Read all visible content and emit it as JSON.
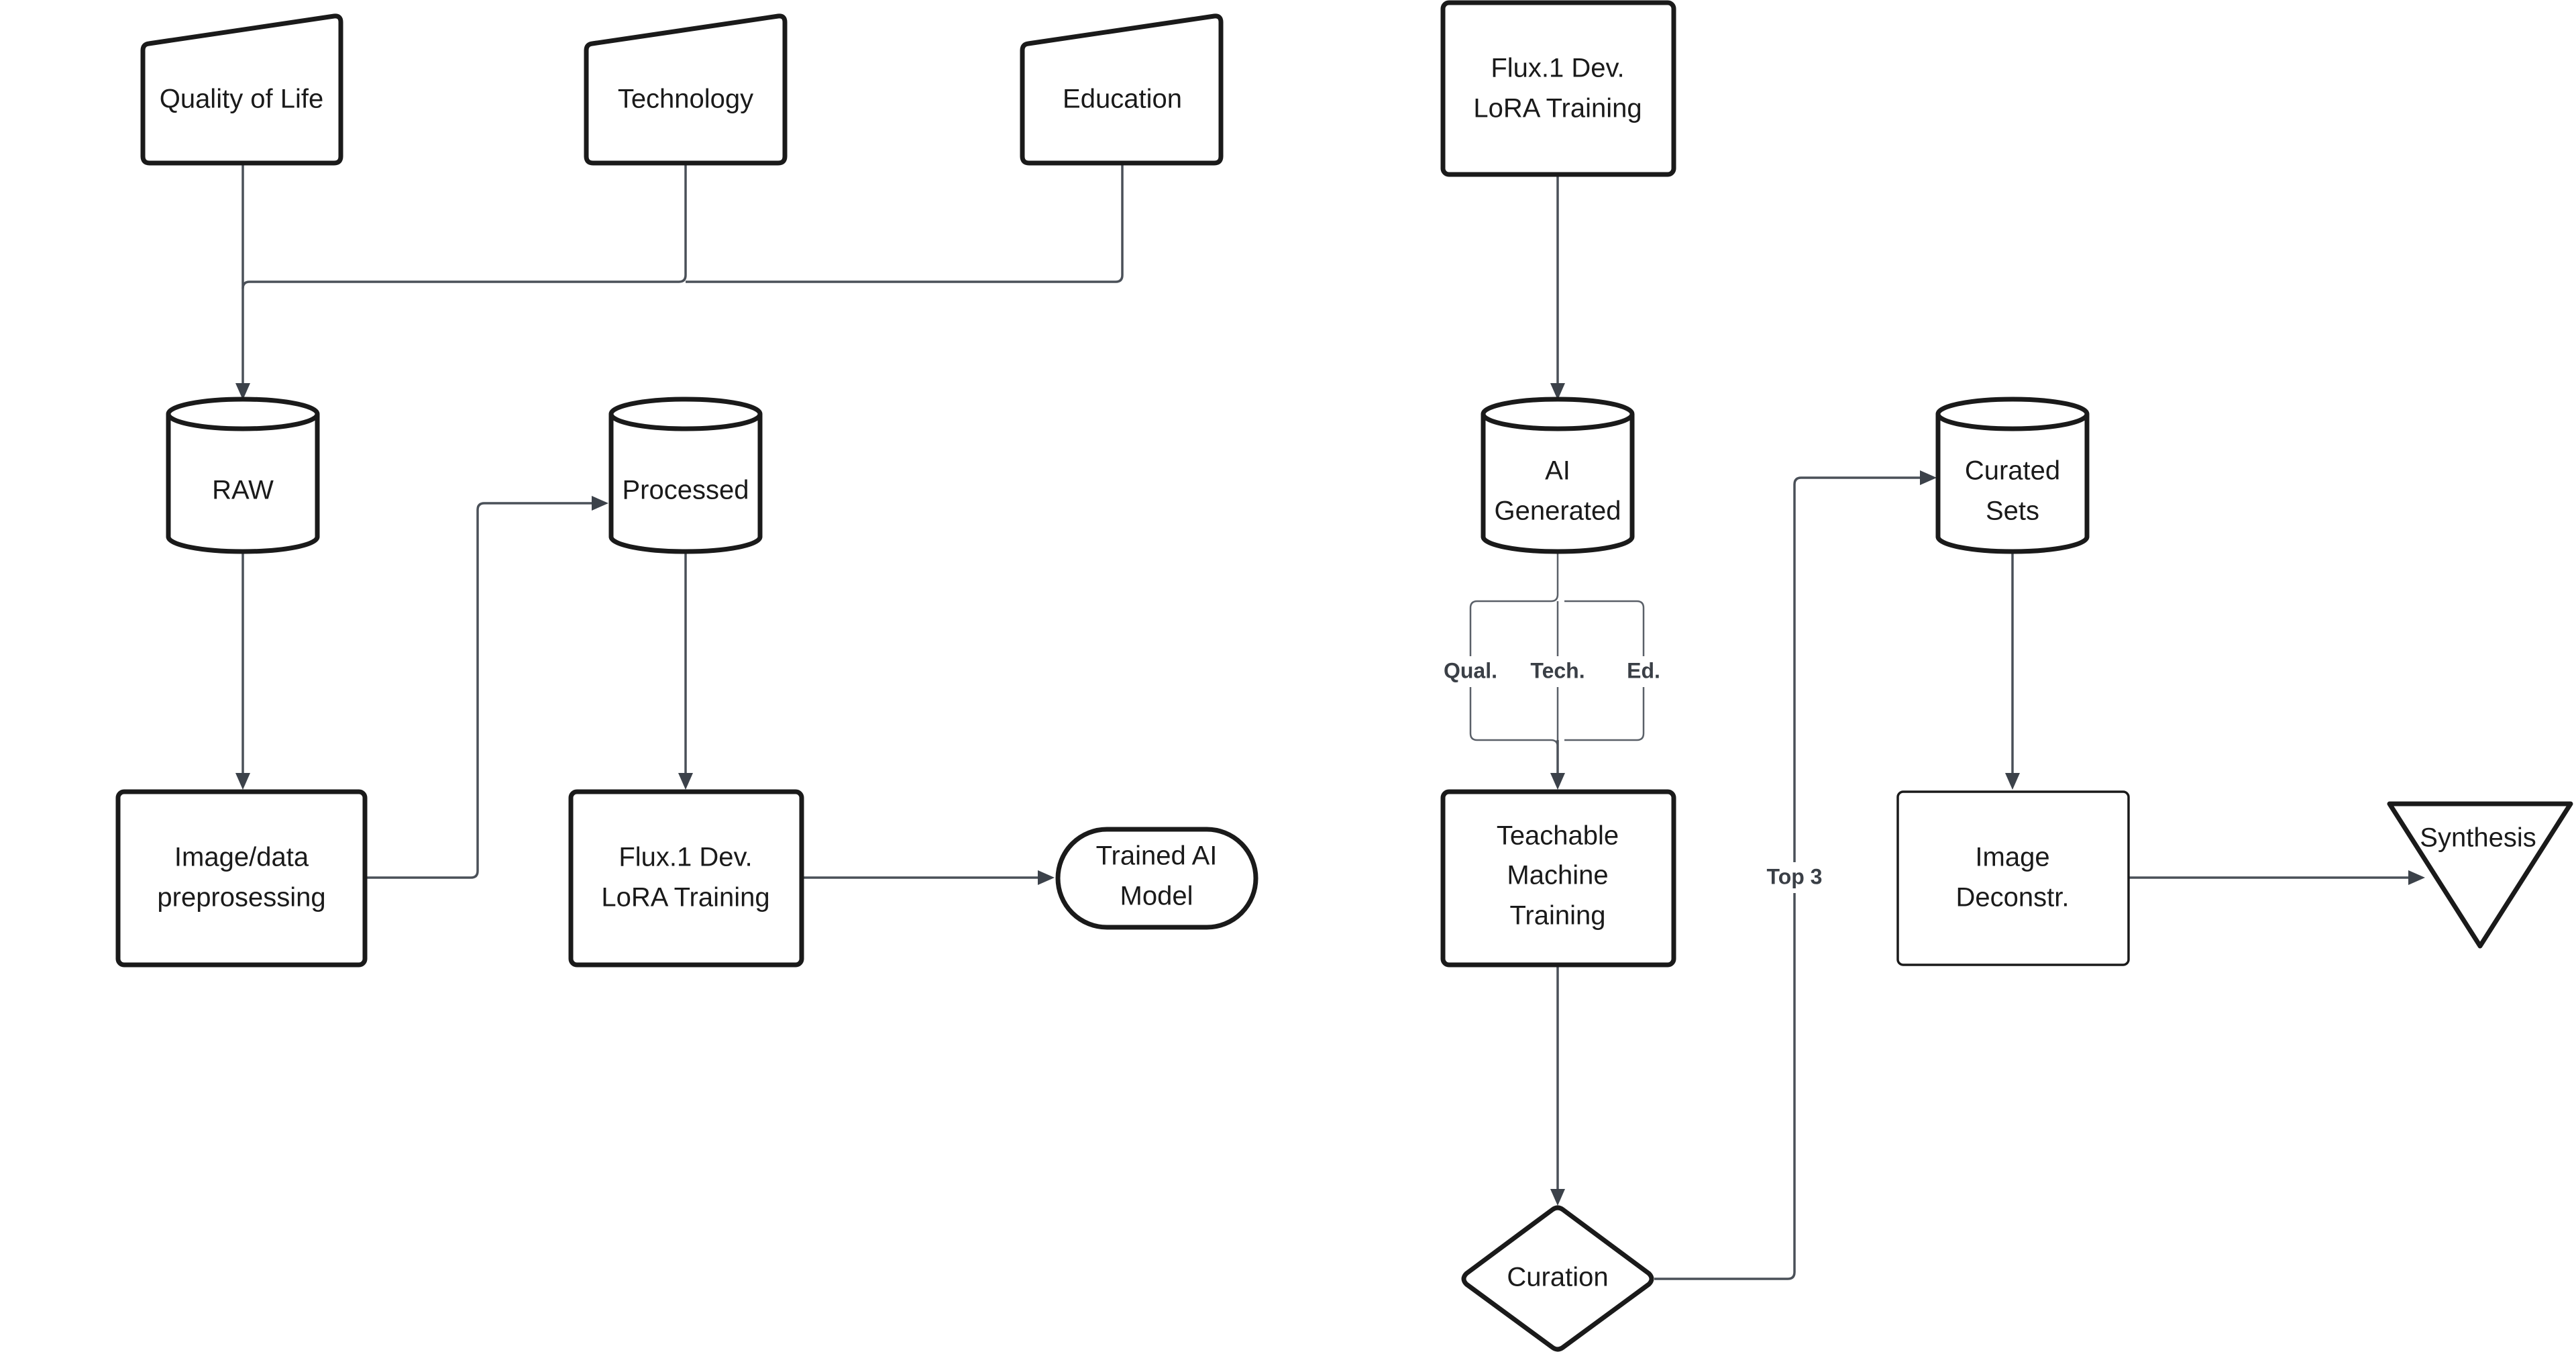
{
  "nodes": {
    "quality_of_life": "Quality of Life",
    "technology": "Technology",
    "education": "Education",
    "raw": "RAW",
    "processed": "Processed",
    "preprocessing": [
      "Image/data",
      "preprosessing"
    ],
    "lora_training_left": [
      "Flux.1 Dev.",
      "LoRA Training"
    ],
    "trained_model": [
      "Trained AI",
      "Model"
    ],
    "lora_training_right": [
      "Flux.1 Dev.",
      "LoRA Training"
    ],
    "ai_generated": [
      "AI",
      "Generated"
    ],
    "teachable_machine": [
      "Teachable",
      "Machine",
      "Training"
    ],
    "curation": "Curation",
    "curated_sets": [
      "Curated",
      "Sets"
    ],
    "image_deconstr": [
      "Image",
      "Deconstr."
    ],
    "synthesis": "Synthesis"
  },
  "edge_labels": {
    "qual": "Qual.",
    "tech": "Tech.",
    "ed": "Ed.",
    "top3": "Top 3"
  }
}
